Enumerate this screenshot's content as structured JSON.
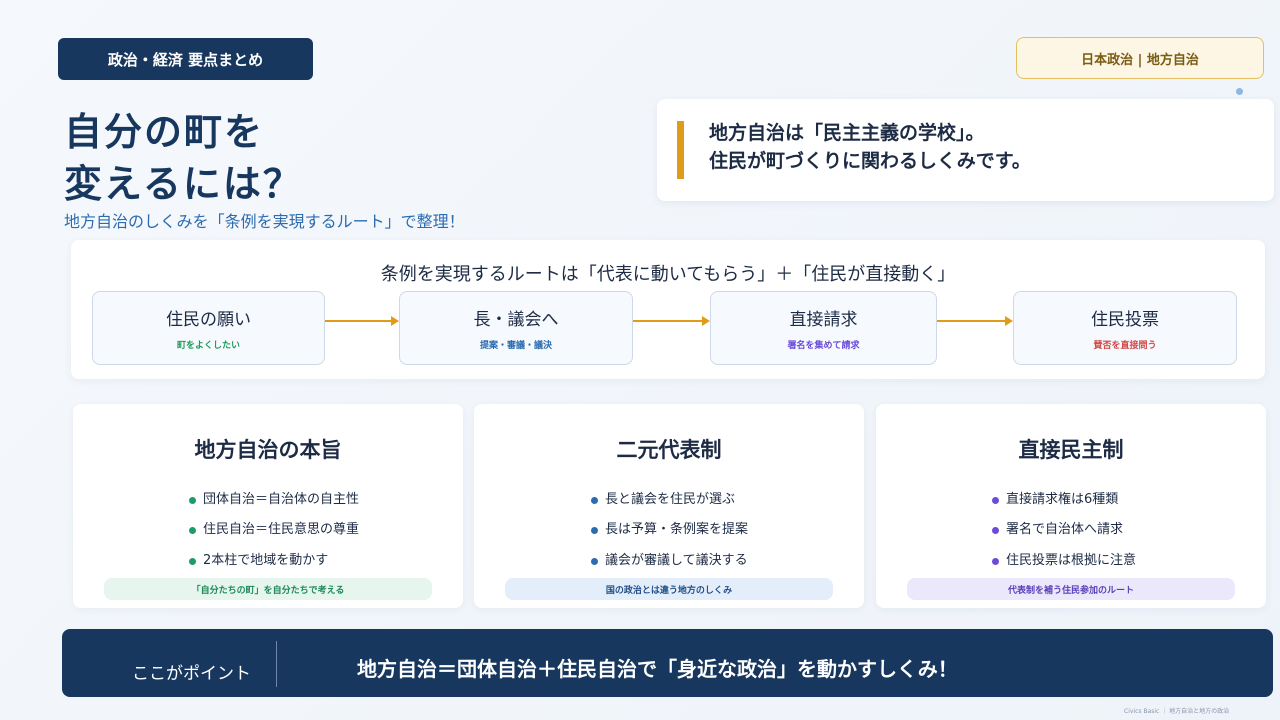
{
  "header": {
    "badge_left": "政治・経済 要点まとめ",
    "badge_right": "日本政治 | 地方自治"
  },
  "title": {
    "line1": "自分の町を",
    "line2": "変えるには？",
    "subtitle": "地方自治のしくみを「条例を実現するルート」で整理！"
  },
  "quote": {
    "line1": "地方自治は「民主主義の学校」。",
    "line2": "住民が町づくりに関わるしくみです。"
  },
  "route": {
    "title": "条例を実現するルートは「代表に動いてもらう」＋「住民が直接動く」",
    "steps": [
      {
        "title": "住民の願い",
        "sub": "町をよくしたい",
        "color": "#1f9a5a"
      },
      {
        "title": "長・議会へ",
        "sub": "提案・審議・議決",
        "color": "#2b6cb0"
      },
      {
        "title": "直接請求",
        "sub": "署名を集めて請求",
        "color": "#6a4bd8"
      },
      {
        "title": "住民投票",
        "sub": "賛否を直接問う",
        "color": "#d04848"
      }
    ]
  },
  "cards": [
    {
      "title": "地方自治の本旨",
      "bullets": [
        "団体自治＝自治体の自主性",
        "住民自治＝住民意思の尊重",
        "2本柱で地域を動かす"
      ],
      "tag": "「自分たちの町」を自分たちで考える",
      "dot_color": "#1f9a6a",
      "tag_bg": "#e6f5ee",
      "tag_color": "#1f8a5a"
    },
    {
      "title": "二元代表制",
      "bullets": [
        "長と議会を住民が選ぶ",
        "長は予算・条例案を提案",
        "議会が審議して議決する"
      ],
      "tag": "国の政治とは違う地方のしくみ",
      "dot_color": "#2b6cb0",
      "tag_bg": "#e4eefa",
      "tag_color": "#1f4f88"
    },
    {
      "title": "直接民主制",
      "bullets": [
        "直接請求権は6種類",
        "署名で自治体へ請求",
        "住民投票は根拠に注意"
      ],
      "tag": "代表制を補う住民参加のルート",
      "dot_color": "#6a4bd8",
      "tag_bg": "#ece8fb",
      "tag_color": "#5a3fb8"
    }
  ],
  "point": {
    "label": "ここがポイント",
    "text": "地方自治＝団体自治＋住民自治で「身近な政治」を動かすしくみ！"
  },
  "footer": "Civics Basic ｜ 地方自治と地方の政治"
}
